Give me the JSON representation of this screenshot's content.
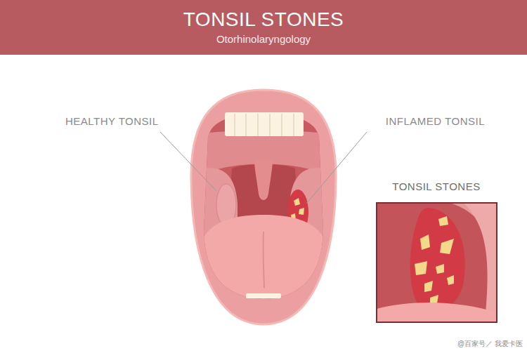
{
  "diagram": {
    "title": "TONSIL STONES",
    "labels": [
      "Otorhinolaryngology",
      "HEALTHY TONSIL",
      "INFLAMED TONSIL",
      "TONSIL STONES",
      "@百家号／ 我爱卡医"
    ]
  }
}
